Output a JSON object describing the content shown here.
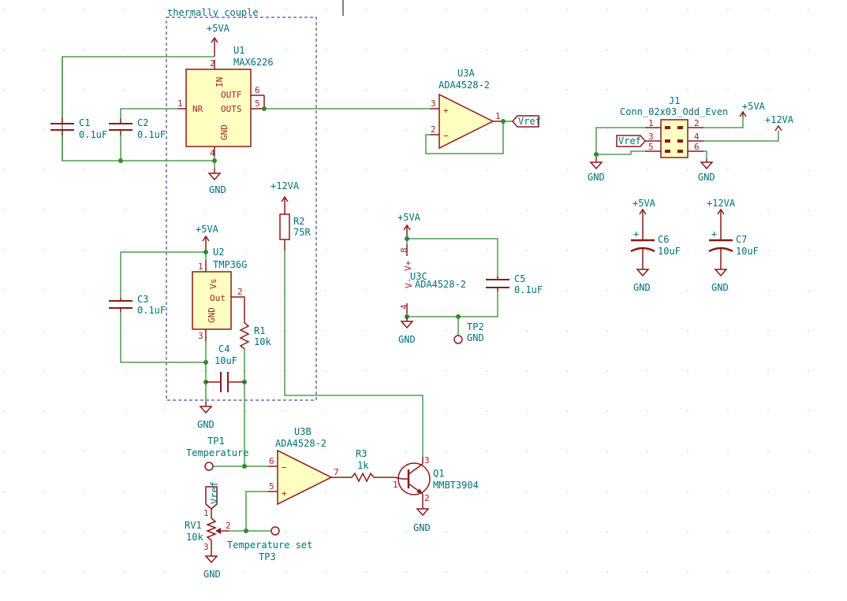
{
  "frame_label": "thermally couple",
  "components": {
    "u1": {
      "ref": "U1",
      "value": "MAX6226",
      "pins": {
        "in": "IN",
        "outf": "OUTF",
        "outs": "OUTS",
        "nr": "NR",
        "gnd": "GND",
        "n1": "1",
        "n2": "2",
        "n4": "4",
        "n5": "5",
        "n6": "6"
      }
    },
    "u2": {
      "ref": "U2",
      "value": "TMP36G",
      "pins": {
        "vs": "Vs",
        "out": "Out",
        "gnd": "GND",
        "n1": "1",
        "n2": "2",
        "n3": "3"
      }
    },
    "u3a": {
      "ref": "U3A",
      "value": "ADA4528-2",
      "pins": {
        "n1": "1",
        "n2": "2",
        "n3": "3",
        "plus": "+",
        "minus": "−"
      }
    },
    "u3b": {
      "ref": "U3B",
      "value": "ADA4528-2",
      "pins": {
        "n5": "5",
        "n6": "6",
        "n7": "7",
        "plus": "+",
        "minus": "−"
      }
    },
    "u3c": {
      "ref": "U3C",
      "value": "ADA4528-2",
      "pins": {
        "vplus": "V+",
        "vminus": "V-",
        "n8": "8",
        "n4": "4"
      }
    },
    "c1": {
      "ref": "C1",
      "value": "0.1uF"
    },
    "c2": {
      "ref": "C2",
      "value": "0.1uF"
    },
    "c3": {
      "ref": "C3",
      "value": "0.1uF"
    },
    "c4": {
      "ref": "C4",
      "value": "10uF"
    },
    "c5": {
      "ref": "C5",
      "value": "0.1uF"
    },
    "c6": {
      "ref": "C6",
      "value": "10uF"
    },
    "c7": {
      "ref": "C7",
      "value": "10uF"
    },
    "r1": {
      "ref": "R1",
      "value": "10k"
    },
    "r2": {
      "ref": "R2",
      "value": "75R"
    },
    "r3": {
      "ref": "R3",
      "value": "1k"
    },
    "rv1": {
      "ref": "RV1",
      "value": "10k",
      "pins": {
        "n1": "1",
        "n2": "2",
        "n3": "3"
      }
    },
    "q1": {
      "ref": "Q1",
      "value": "MMBT3904",
      "pins": {
        "n1": "1",
        "n2": "2",
        "n3": "3"
      }
    },
    "j1": {
      "ref": "J1",
      "value": "Conn_02x03_Odd_Even",
      "pins": [
        "1",
        "2",
        "3",
        "4",
        "5",
        "6"
      ]
    },
    "tp1": {
      "ref": "TP1",
      "value": "Temperature"
    },
    "tp2": {
      "ref": "TP2",
      "value": "GND"
    },
    "tp3": {
      "ref": "TP3",
      "value": "Temperature set"
    }
  },
  "power": {
    "p5va": "+5VA",
    "p12va": "+12VA",
    "gnd": "GND",
    "vref": "Vref"
  },
  "cap_plus": "+"
}
